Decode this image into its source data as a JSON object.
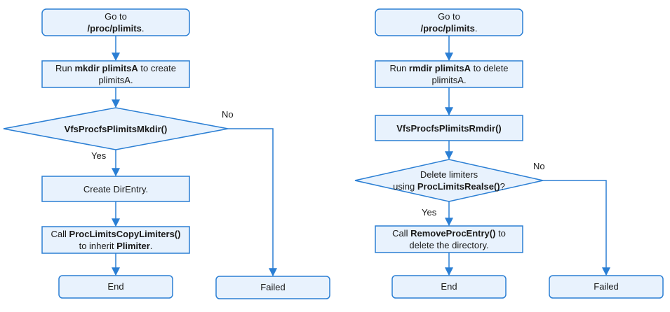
{
  "colors": {
    "box_fill": "#e8f2fd",
    "box_stroke": "#2b7fd4",
    "arrow": "#2b7fd4",
    "text": "#1a1a1a"
  },
  "left": {
    "go_to_line1": "Go to",
    "go_to_path": "/proc/plimits",
    "go_to_suffix": ".",
    "mkdir_pre": "Run ",
    "mkdir_cmd": "mkdir plimitsA",
    "mkdir_post": " to create",
    "mkdir_line2": "plimitsA.",
    "decision": "VfsProcfsPlimitsMkdir()",
    "yes": "Yes",
    "no": "No",
    "create_entry": "Create DirEntry.",
    "copy_pre": "Call ",
    "copy_fn": "ProcLimitsCopyLimiters()",
    "copy_line2_pre": "to inherit ",
    "copy_line2_bold": "Plimiter",
    "copy_line2_post": ".",
    "end": "End",
    "failed": "Failed"
  },
  "right": {
    "go_to_line1": "Go to",
    "go_to_path": "/proc/plimits",
    "go_to_suffix": ".",
    "rmdir_pre": "Run ",
    "rmdir_cmd": "rmdir plimitsA",
    "rmdir_post": " to delete",
    "rmdir_line2": "plimitsA.",
    "rmdir_fn": "VfsProcfsPlimitsRmdir()",
    "decision_line1": "Delete limiters",
    "decision_line2_pre": "using ",
    "decision_line2_bold": "ProcLimitsRealse()",
    "decision_line2_post": "?",
    "yes": "Yes",
    "no": "No",
    "remove_pre": "Call ",
    "remove_fn": "RemoveProcEntry()",
    "remove_post": " to",
    "remove_line2": "delete the directory.",
    "end": "End",
    "failed": "Failed"
  }
}
